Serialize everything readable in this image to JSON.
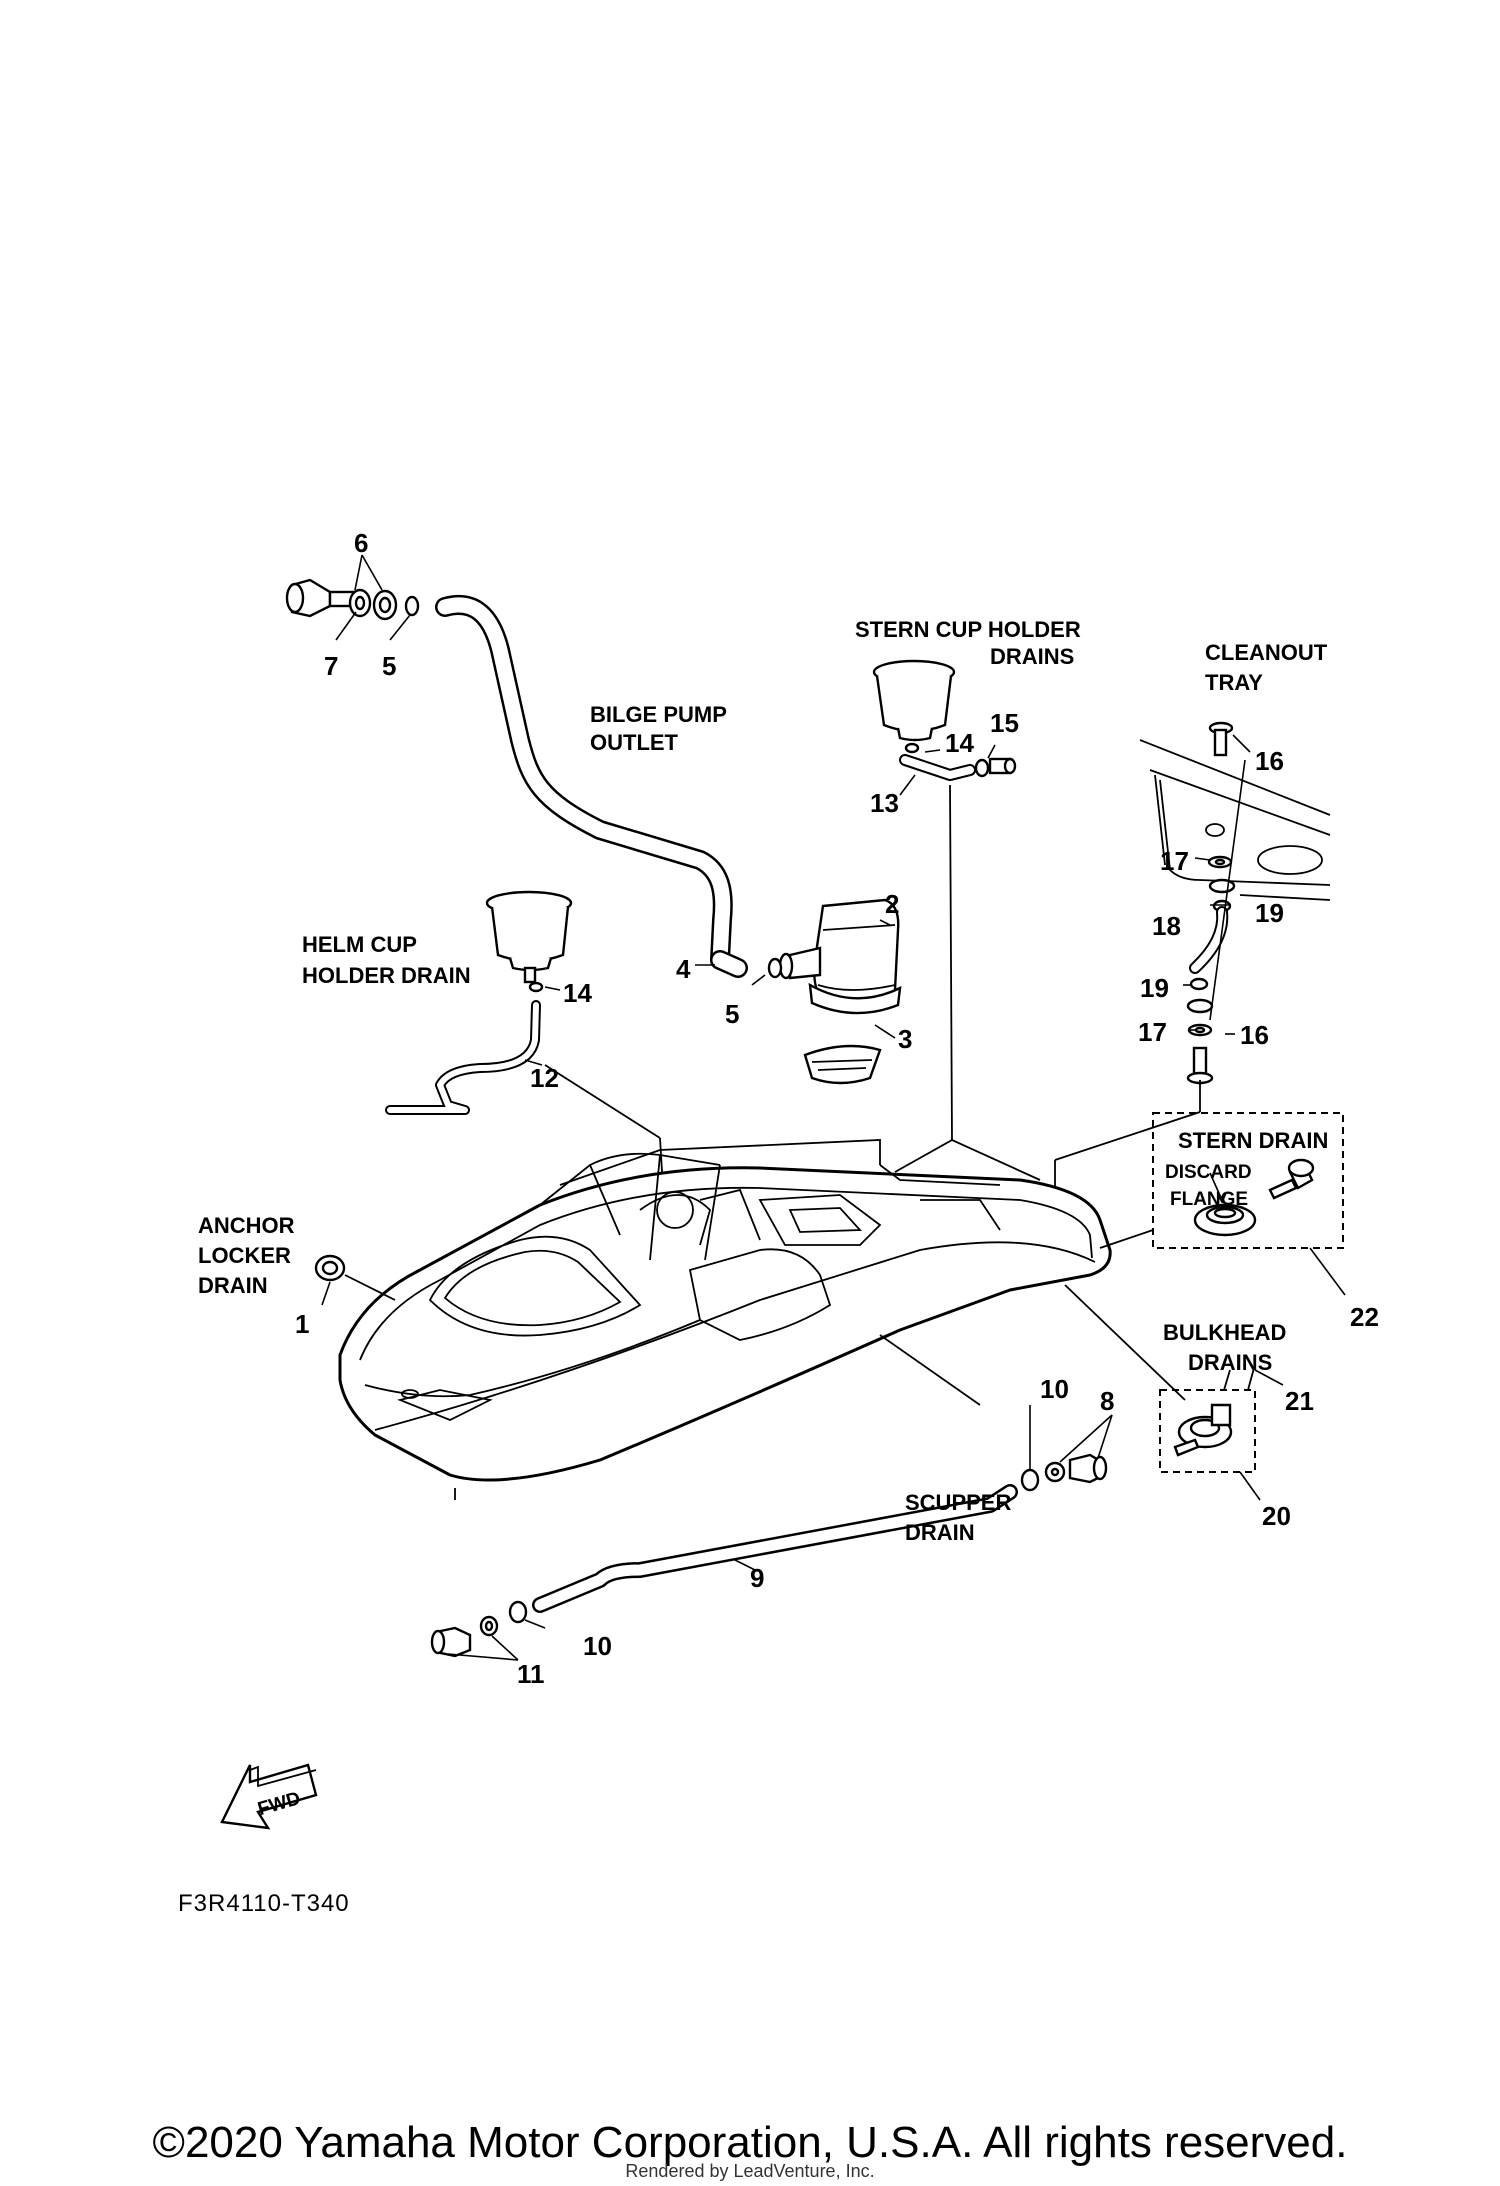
{
  "labels": {
    "bilge_pump_outlet": [
      "BILGE PUMP",
      "OUTLET"
    ],
    "stern_cup_holder_drains": [
      "STERN CUP HOLDER",
      "DRAINS"
    ],
    "cleanout_tray": [
      "CLEANOUT",
      "TRAY"
    ],
    "helm_cup_holder_drain": [
      "HELM CUP",
      "HOLDER DRAIN"
    ],
    "anchor_locker_drain": [
      "ANCHOR",
      "LOCKER",
      "DRAIN"
    ],
    "stern_drain": "STERN DRAIN",
    "discard_flange": [
      "DISCARD",
      "FLANGE"
    ],
    "bulkhead_drains": [
      "BULKHEAD",
      "DRAINS"
    ],
    "scupper_drain": [
      "SCUPPER",
      "DRAIN"
    ],
    "fwd": "FWD"
  },
  "callouts": {
    "c1": "1",
    "c2": "2",
    "c3": "3",
    "c4": "4",
    "c5a": "5",
    "c5b": "5",
    "c6": "6",
    "c7": "7",
    "c8": "8",
    "c9": "9",
    "c10a": "10",
    "c10b": "10",
    "c11": "11",
    "c12": "12",
    "c13": "13",
    "c14a": "14",
    "c14b": "14",
    "c15": "15",
    "c16a": "16",
    "c16b": "16",
    "c17a": "17",
    "c17b": "17",
    "c18": "18",
    "c19a": "19",
    "c19b": "19",
    "c20": "20",
    "c21": "21",
    "c22": "22"
  },
  "figure_code": "F3R4110-T340",
  "copyright": "©2020 Yamaha Motor Corporation, U.S.A. All rights reserved.",
  "rendered_by": "Rendered by LeadVenture, Inc."
}
